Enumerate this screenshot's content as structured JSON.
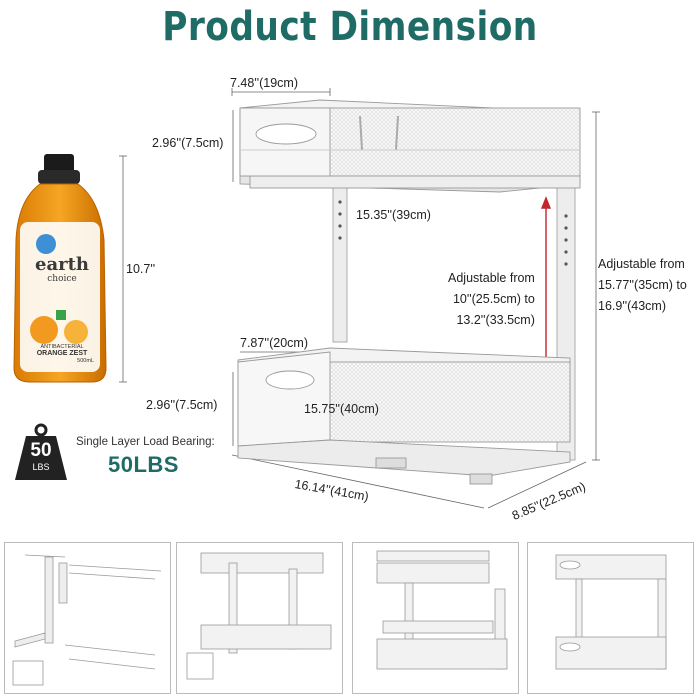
{
  "title": "Product Dimension",
  "dimensions": {
    "top_depth": "7.48''(19cm)",
    "top_height": "2.96''(7.5cm)",
    "top_width": "15.35''(39cm)",
    "bottle_height": "10.7''",
    "bottom_depth": "7.87''(20cm)",
    "bottom_height": "2.96''(7.5cm)",
    "bottom_width": "15.75''(40cm)",
    "overall_width": "16.14''(41cm)",
    "overall_depth": "8.85''(22.5cm)",
    "adjust_gap_line1": "Adjustable from",
    "adjust_gap_line2": "10''(25.5cm) to",
    "adjust_gap_line3": "13.2''(33.5cm)",
    "adjust_total_line1": "Adjustable from",
    "adjust_total_line2": "15.77''(35cm) to",
    "adjust_total_line3": "16.9''(43cm)"
  },
  "load": {
    "icon_value": "50",
    "icon_unit": "LBS",
    "label": "Single Layer Load Bearing:",
    "value": "50LBS"
  },
  "bottle": {
    "brand_line1": "earth",
    "brand_line2": "choice",
    "variant_line1": "ANTIBACTERIAL",
    "variant_line2": "ORANGE ZEST",
    "volume": "500mL"
  },
  "colors": {
    "title": "#1f6b66",
    "arrow": "#c0262d",
    "bottle": "#e8900f"
  }
}
